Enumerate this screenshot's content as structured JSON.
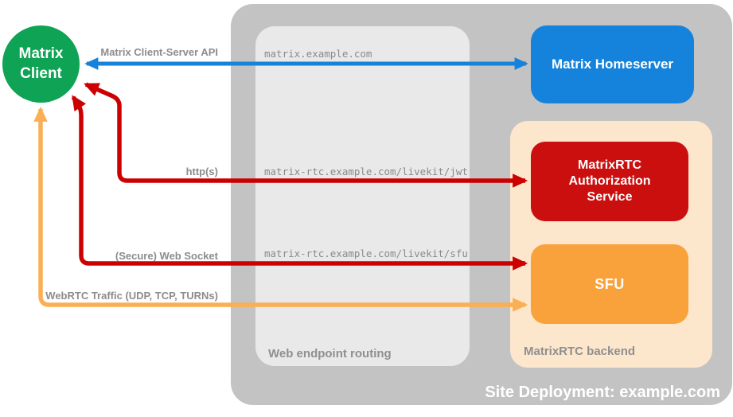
{
  "client_label": "Matrix Client",
  "homeserver_label": "Matrix Homeserver",
  "auth_label": "MatrixRTC Authorization Service",
  "sfu_label": "SFU",
  "routing_label": "Web endpoint routing",
  "backend_label": "MatrixRTC backend",
  "site_label": "Site Deployment: example.com",
  "arrows": {
    "api": {
      "label": "Matrix Client-Server API",
      "endpoint": "matrix.example.com"
    },
    "jwt": {
      "label": "http(s)",
      "endpoint": "matrix-rtc.example.com/livekit/jwt"
    },
    "ws": {
      "label": "(Secure) Web Socket",
      "endpoint": "matrix-rtc.example.com/livekit/sfu"
    },
    "webrtc": {
      "label": "WebRTC Traffic (UDP, TCP, TURNs)"
    }
  },
  "colors": {
    "green": "#0FA355",
    "blue": "#1583DB",
    "red-box": "#CB0E0E",
    "red-arrow": "#CC0000",
    "orange-box": "#F9A23B",
    "orange-arrow": "#FAAF55",
    "peach": "#FCE6CC",
    "gray-outer": "#C3C3C3",
    "gray-inner": "#E9E9E9",
    "text-gray": "#8C8C8C",
    "mono-gray": "#8A8A8A",
    "label-gray": "#8F8F8F"
  }
}
